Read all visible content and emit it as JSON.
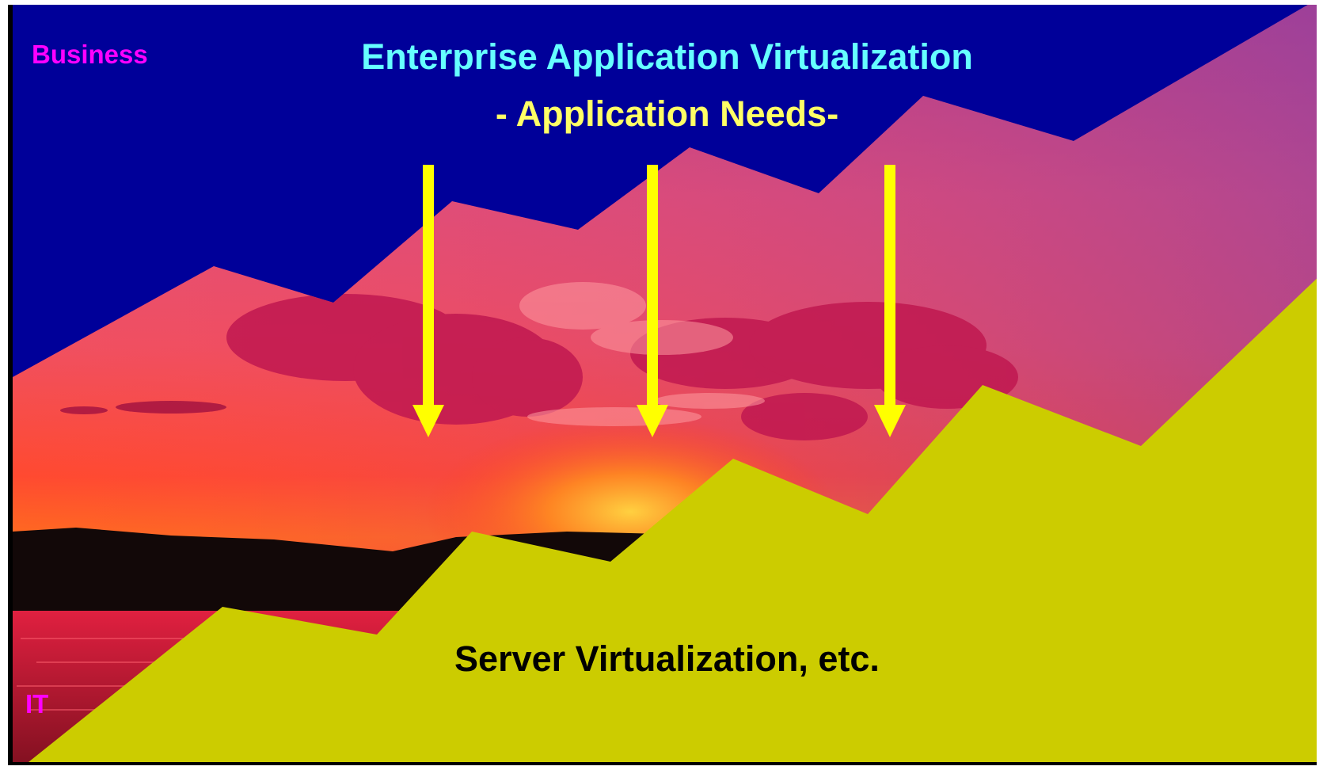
{
  "title": "Enterprise Application Virtualization",
  "subtitle": "- Application Needs-",
  "corner_top_label": "Business",
  "corner_bottom_label": "IT",
  "base_label": "Server Virtualization, etc.",
  "colors": {
    "background": "#000099",
    "title": "#66ffff",
    "subtitle": "#ffff66",
    "corner_labels": "#ff00ff",
    "arrows": "#ffff00",
    "base_area": "#cccc00",
    "base_text": "#000000"
  }
}
